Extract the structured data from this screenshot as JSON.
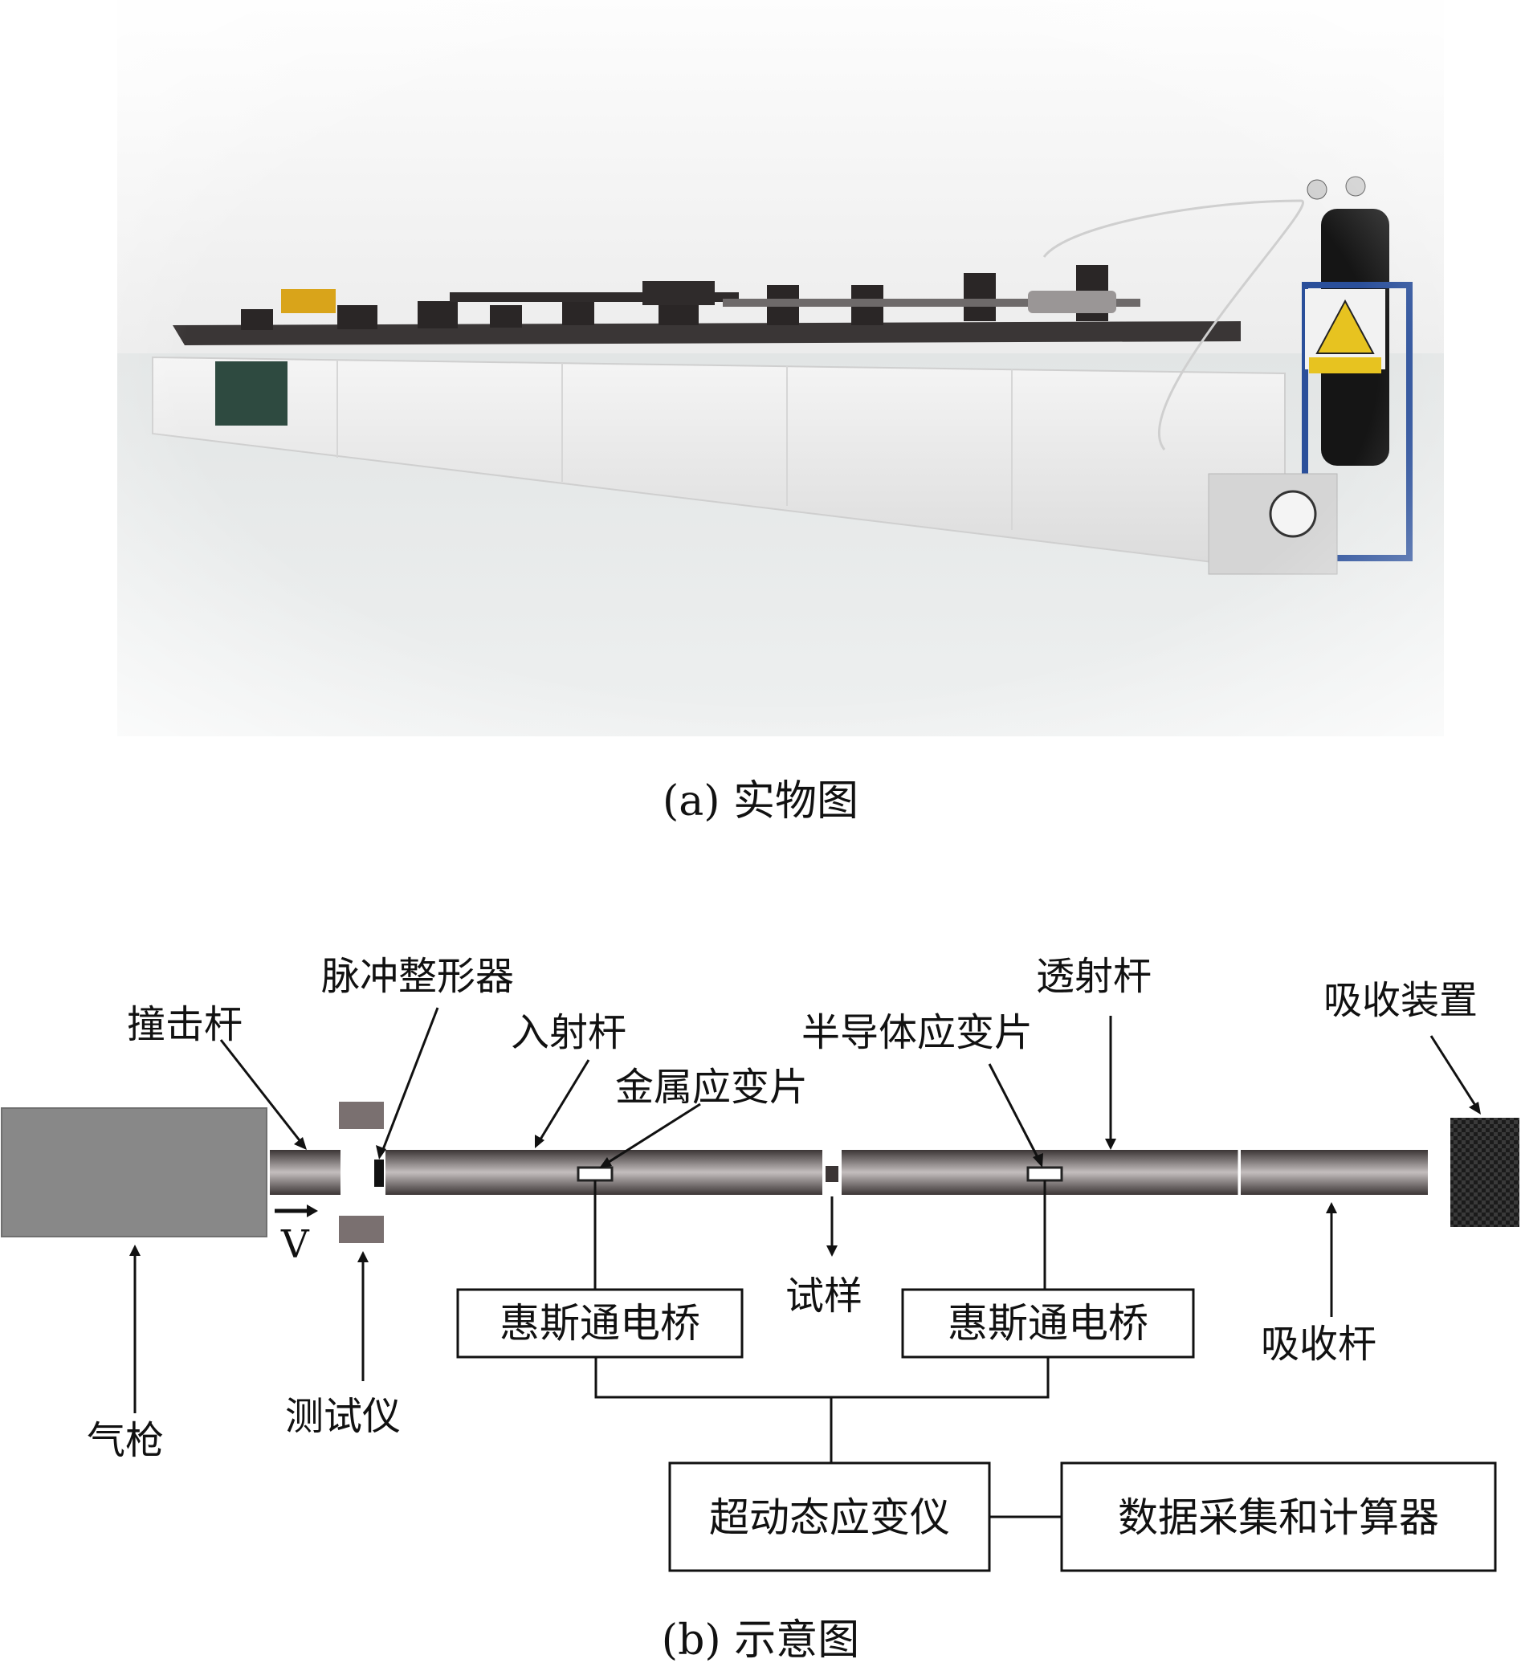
{
  "photo": {
    "caption": "(a) 实物图"
  },
  "schematic": {
    "caption": "(b) 示意图",
    "labels": {
      "striker_bar": "撞击杆",
      "pulse_shaper": "脉冲整形器",
      "incident_bar": "入射杆",
      "metal_gauge": "金属应变片",
      "semiconductor_gauge": "半导体应变片",
      "transmission_bar": "透射杆",
      "absorber": "吸收装置",
      "velocity": "V",
      "specimen": "试样",
      "absorption_bar": "吸收杆",
      "gas_gun": "气枪",
      "tester": "测试仪"
    },
    "boxes": {
      "bridge_left": "惠斯通电桥",
      "bridge_right": "惠斯通电桥",
      "amplifier": "超动态应变仪",
      "daq": "数据采集和计算器"
    }
  },
  "colors": {
    "bar_dark": "#3b3535",
    "bar_light": "#b9b3b3",
    "gun": "#888888",
    "sensor": "#7a7070",
    "absorber": "#1e1e1e",
    "wall": "#f1f1f1",
    "floor": "#e4e6e6",
    "bench": "#3a3636"
  }
}
